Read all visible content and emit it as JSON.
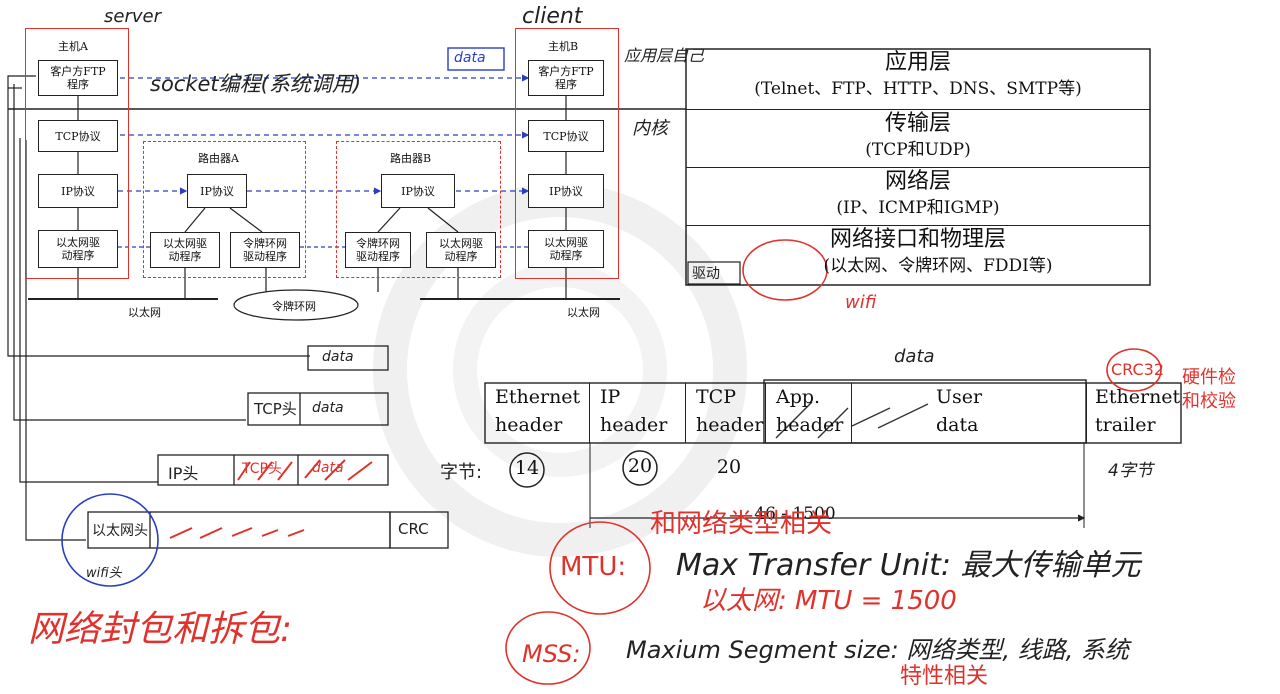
{
  "diagram": {
    "hosts": {
      "a": {
        "label": "主机A",
        "scribble": "server"
      },
      "b": {
        "label": "主机B",
        "scribble": "client"
      }
    },
    "boxes": {
      "ftp_client": "客户方FTP\n程序",
      "tcp": "TCP协议",
      "ip": "IP协议",
      "eth_driver": "以太网驱\n动程序",
      "token_driver": "令牌环网\n驱动程序"
    },
    "routers": {
      "a": "路由器A",
      "b": "路由器B"
    },
    "networks": {
      "ethernet": "以太网",
      "token_ring": "令牌环网"
    }
  },
  "layers": [
    {
      "title": "应用层",
      "sub": "(Telnet、FTP、HTTP、DNS、SMTP等)"
    },
    {
      "title": "传输层",
      "sub": "(TCP和UDP)"
    },
    {
      "title": "网络层",
      "sub": "(IP、ICMP和IGMP)"
    },
    {
      "title": "网络接口和物理层",
      "sub": "(以太网、令牌环网、FDDI等)"
    }
  ],
  "frame": {
    "cells": [
      {
        "label": "Ethernet\nheader"
      },
      {
        "label": "IP\nheader"
      },
      {
        "label": "TCP\nheader"
      },
      {
        "label": "App.\nheader"
      },
      {
        "label": "User\ndata"
      },
      {
        "label": "Ethernet\ntrailer"
      }
    ],
    "sizes": {
      "eth": "14",
      "ip": "20",
      "tcp": "20"
    },
    "range": "46 - 1500"
  },
  "annotations": {
    "data_label": "data",
    "socket": "socket编程(系统调用)",
    "app_layer_note": "应用层自己",
    "kernel_note": "内核",
    "wifi_note": "wifi",
    "bytes_note": "字节:",
    "crc": "CRC32",
    "crc_note": "硬件检\n和校验",
    "trailer_bytes": "4字节",
    "mtu_note": "和网络类型相关",
    "mtu_label": "MTU:",
    "mtu_def": "Max Transfer Unit: 最大传输单元",
    "mtu_value": "以太网: MTU = 1500",
    "mss_label": "MSS:",
    "mss_def": "Maxium Segment size: 网络类型, 线路, 系统",
    "mss_note": "特性相关",
    "packing": "网络封包和拆包:",
    "driver_note": "驱动",
    "enc_data": "data",
    "enc_tcp": "TCP头",
    "enc_ip": "IP头",
    "enc_eth": "以太网头",
    "enc_wifi": "wifi头",
    "enc_crc": "CRC"
  },
  "colors": {
    "red": "#e0322d",
    "blue": "#2a3fbf",
    "ink": "#222222"
  }
}
